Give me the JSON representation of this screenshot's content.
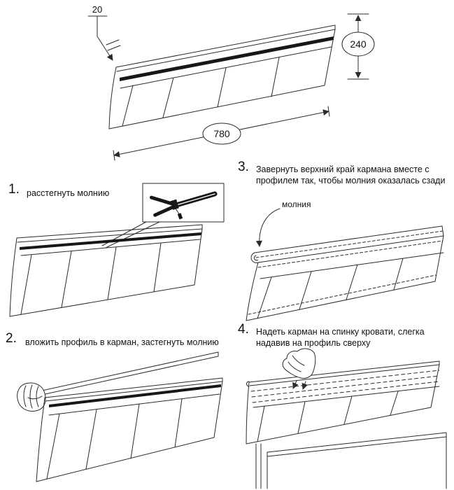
{
  "figure": {
    "offset_label": "20",
    "height_label": "240",
    "width_label": "780"
  },
  "steps": {
    "one": {
      "num": "1.",
      "text": "расстегнуть молнию"
    },
    "two": {
      "num": "2.",
      "text": "вложить профиль в карман, застегнуть молнию"
    },
    "three": {
      "num": "3.",
      "text": "Завернуть верхний край кармана вместе с профилем так, чтобы молния оказалась сзади"
    },
    "four": {
      "num": "4.",
      "text": "Надеть карман на спинку кровати, слегка надавив на профиль сверху"
    }
  },
  "labels": {
    "zipper": "молния"
  },
  "colors": {
    "line": "#2b2b2b",
    "dark_fill": "#171717"
  }
}
